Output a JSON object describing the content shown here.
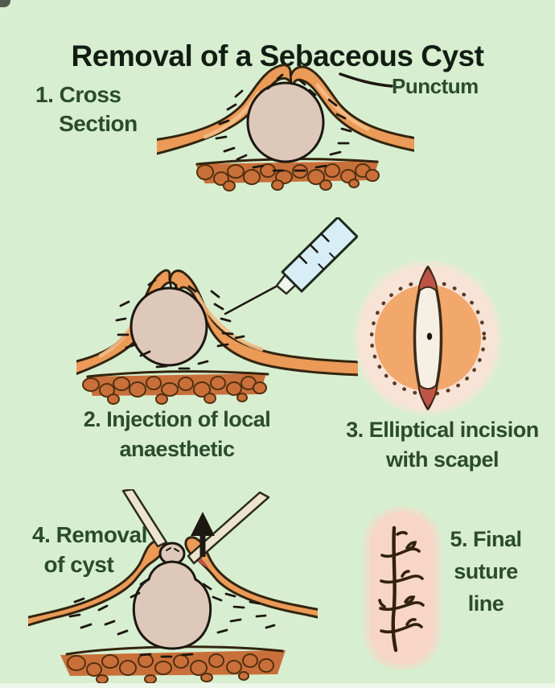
{
  "title": "Removal of a Sebaceous Cyst",
  "annotations": {
    "punctum": "Punctum"
  },
  "steps": [
    {
      "num": "1",
      "label": "1. Cross\n    Section"
    },
    {
      "num": "2",
      "label": "2. Injection of local\nanaesthetic"
    },
    {
      "num": "3",
      "label": "3. Elliptical incision\nwith scapel"
    },
    {
      "num": "4",
      "label": "4. Removal\n  of cyst"
    },
    {
      "num": "5",
      "label": "5. Final\nsuture\nline"
    }
  ],
  "colors": {
    "background": "#d7efd0",
    "label_text": "#2b4b2d",
    "title_text": "#131d13",
    "skin": "#eb9a57",
    "skin_outline": "#33250f",
    "cyst": "#ddc8b9",
    "fat": "#c9703a",
    "fat_outline": "#53300f",
    "ink": "#1c1710",
    "syringe_fill": "#d7eef6",
    "halo": "#f8e3d7",
    "incision_ring": "#f2a76b",
    "lens_fill": "#f6efe3",
    "wound_red": "#bf5347",
    "suture_pad": "#f8d6c5",
    "suture_thread": "#33200f"
  }
}
